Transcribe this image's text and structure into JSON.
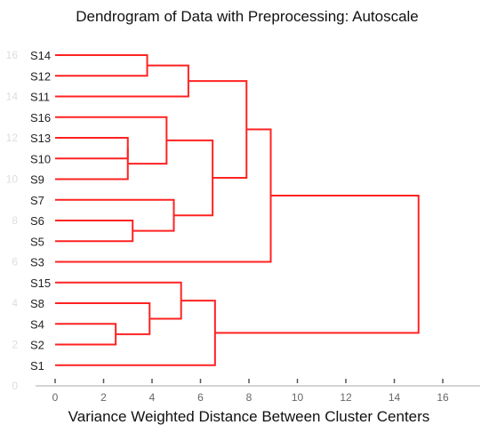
{
  "chart_data": {
    "type": "dendrogram",
    "title": "Dendrogram of Data with Preprocessing: Autoscale",
    "xlabel": "Variance Weighted Distance Between Cluster Centers",
    "ylabel": "",
    "xlim": [
      -0.5,
      17
    ],
    "ylim": [
      0,
      17
    ],
    "xticks": [
      0,
      2,
      4,
      6,
      8,
      10,
      12,
      14,
      16
    ],
    "yticks": [
      0,
      2,
      4,
      6,
      8,
      10,
      12,
      14,
      16
    ],
    "grid": false,
    "branch_color": "#ff2222",
    "leaves": [
      {
        "id": "S14",
        "y": 16
      },
      {
        "id": "S12",
        "y": 15
      },
      {
        "id": "S11",
        "y": 14
      },
      {
        "id": "S16",
        "y": 13
      },
      {
        "id": "S13",
        "y": 12
      },
      {
        "id": "S10",
        "y": 11
      },
      {
        "id": "S9",
        "y": 10
      },
      {
        "id": "S7",
        "y": 9
      },
      {
        "id": "S6",
        "y": 8
      },
      {
        "id": "S5",
        "y": 7
      },
      {
        "id": "S3",
        "y": 6
      },
      {
        "id": "S15",
        "y": 5
      },
      {
        "id": "S8",
        "y": 4
      },
      {
        "id": "S4",
        "y": 3
      },
      {
        "id": "S2",
        "y": 2
      },
      {
        "id": "S1",
        "y": 1
      }
    ],
    "merges": [
      {
        "id": "m1",
        "a": "S13",
        "b": "S10",
        "height": 3.0
      },
      {
        "id": "m2",
        "a": "m1",
        "b": "S9",
        "height": 3.0
      },
      {
        "id": "m3",
        "a": "S6",
        "b": "S5",
        "height": 3.2
      },
      {
        "id": "m4",
        "a": "S4",
        "b": "S2",
        "height": 2.5
      },
      {
        "id": "m5",
        "a": "S14",
        "b": "S12",
        "height": 3.8
      },
      {
        "id": "m6",
        "a": "S8",
        "b": "m4",
        "height": 3.9
      },
      {
        "id": "m7",
        "a": "S16",
        "b": "m2",
        "height": 4.6
      },
      {
        "id": "m8",
        "a": "S7",
        "b": "m3",
        "height": 4.9
      },
      {
        "id": "m9",
        "a": "S15",
        "b": "m6",
        "height": 5.2
      },
      {
        "id": "m10",
        "a": "m5",
        "b": "S11",
        "height": 5.5
      },
      {
        "id": "m11",
        "a": "m7",
        "b": "m8",
        "height": 6.5
      },
      {
        "id": "m12",
        "a": "m9",
        "b": "S1",
        "height": 6.6
      },
      {
        "id": "m13",
        "a": "m10",
        "b": "m11",
        "height": 7.9
      },
      {
        "id": "m14",
        "a": "m13",
        "b": "S3",
        "height": 8.9
      },
      {
        "id": "m15",
        "a": "m14",
        "b": "m12",
        "height": 15.0
      }
    ]
  }
}
